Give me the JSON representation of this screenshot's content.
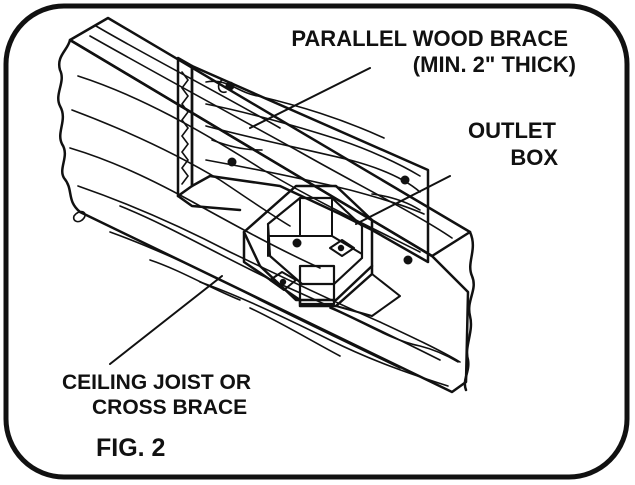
{
  "labels": {
    "brace_line1": "PARALLEL WOOD BRACE",
    "brace_line2": "(MIN. 2\" THICK)",
    "outlet_line1": "OUTLET",
    "outlet_line2": "BOX",
    "joist_line1": "CEILING JOIST OR",
    "joist_line2": "CROSS BRACE",
    "fig": "FIG. 2"
  },
  "colors": {
    "ink": "#111111",
    "paper": "#ffffff"
  }
}
